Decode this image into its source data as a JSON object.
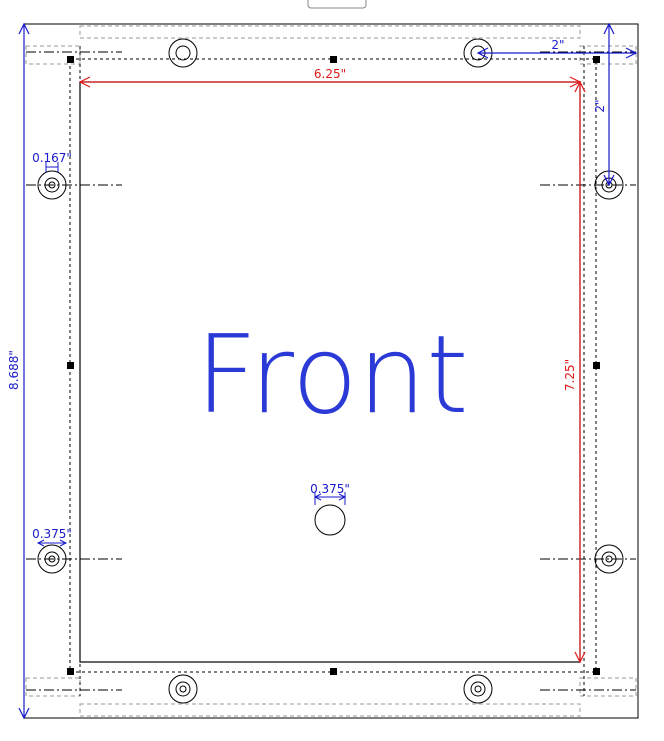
{
  "drawing": {
    "panel_label": "Front",
    "colors": {
      "outline": "#000000",
      "hidden_line": "#444444",
      "bracket": "#9a9a9a",
      "dimension_blue": "#1a1acc",
      "dimension_red": "#e01818",
      "label_blue": "#2b3ad6"
    },
    "dimensions": {
      "overall_height": "8.688\"",
      "inner_width": "6.25\"",
      "inner_height": "7.25\"",
      "hole_offset_x": "2\"",
      "hole_offset_y": "2\"",
      "small_hole_dia": "0.167\"",
      "mount_hole_dia": "0.375\"",
      "center_hole_dia": "0.375\""
    }
  }
}
